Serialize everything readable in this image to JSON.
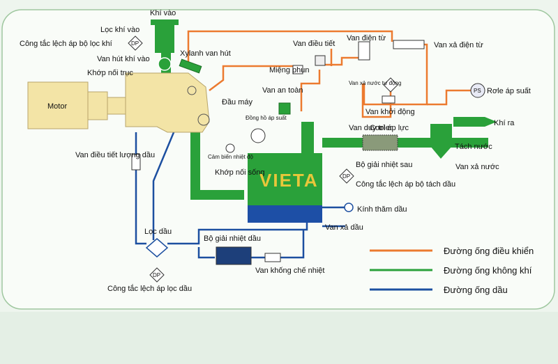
{
  "colors": {
    "control_line": "#ec7a2f",
    "air_line": "#2aa13a",
    "oil_line": "#1c4fa0",
    "motor_fill": "#f3e4a6",
    "background": "#eef5ee",
    "tank_oil": "#1d4fa6",
    "tank_air": "#2aa13a"
  },
  "watermark": "VIETA",
  "labels": {
    "khi_vao": "Khí vào",
    "loc_khi_vao": "Lọc khí vào",
    "cong_tac_lech_ap_bo_loc_khi": "Công tắc lệch áp bộ lọc khí",
    "xylanh_van_hut": "Xylanh van hút",
    "van_hut_khi_vao": "Van hút khí vào",
    "khop_noi_truc": "Khớp nối trục",
    "motor": "Motor",
    "van_dieu_tiet": "Van điều tiết",
    "van_dien_tu": "Van điện từ",
    "van_xa_dien_tu": "Van xả điện từ",
    "mieng_phun": "Miệng phun",
    "van_xa_nuoc_tu_dong": "Van xả nước tự động",
    "van_an_toan": "Van an toàn",
    "dau_may": "Đầu máy",
    "dong_ho_ap_suat": "Đồng hồ áp suất",
    "van_khoi_dong": "Van khởi động",
    "role_ap_suat": "Rơle áp suất",
    "khi_ra": "Khí ra",
    "van_duy_tri_ap_luc": "Van duy trì áp lực",
    "cooler": "Cooler",
    "tach_nuoc": "Tách nước",
    "van_xa_nuoc": "Van xả nước",
    "cam_bien_nhiet_do": "Cảm biến nhiệt độ",
    "khop_noi_song": "Khớp nối sống",
    "bo_giai_nhiet_sau": "Bộ giải nhiệt sau",
    "cong_tac_lech_ap_bo_tach_dau": "Công tắc lệch áp bộ tách dầu",
    "kinh_tham_dau": "Kính thăm dầu",
    "van_xa_dau": "Van xả dầu",
    "van_dieu_tiet_luong_dau": "Van điều tiết lượng dầu",
    "loc_dau": "Lọc dầu",
    "bo_giai_nhiet_dau": "Bộ giải nhiệt dầu",
    "van_khong_che_nhiet": "Van khống chế nhiệt",
    "cong_tac_lech_ap_loc_dau": "Công tắc lệch áp lọc dầu",
    "dp": "DP",
    "ps": "PS"
  },
  "legend": [
    {
      "label": "Đường ống điều khiển",
      "color": "#ec7a2f"
    },
    {
      "label": "Đường ống không khí",
      "color": "#2aa13a"
    },
    {
      "label": "Đường ống dầu",
      "color": "#1c4fa0"
    }
  ]
}
